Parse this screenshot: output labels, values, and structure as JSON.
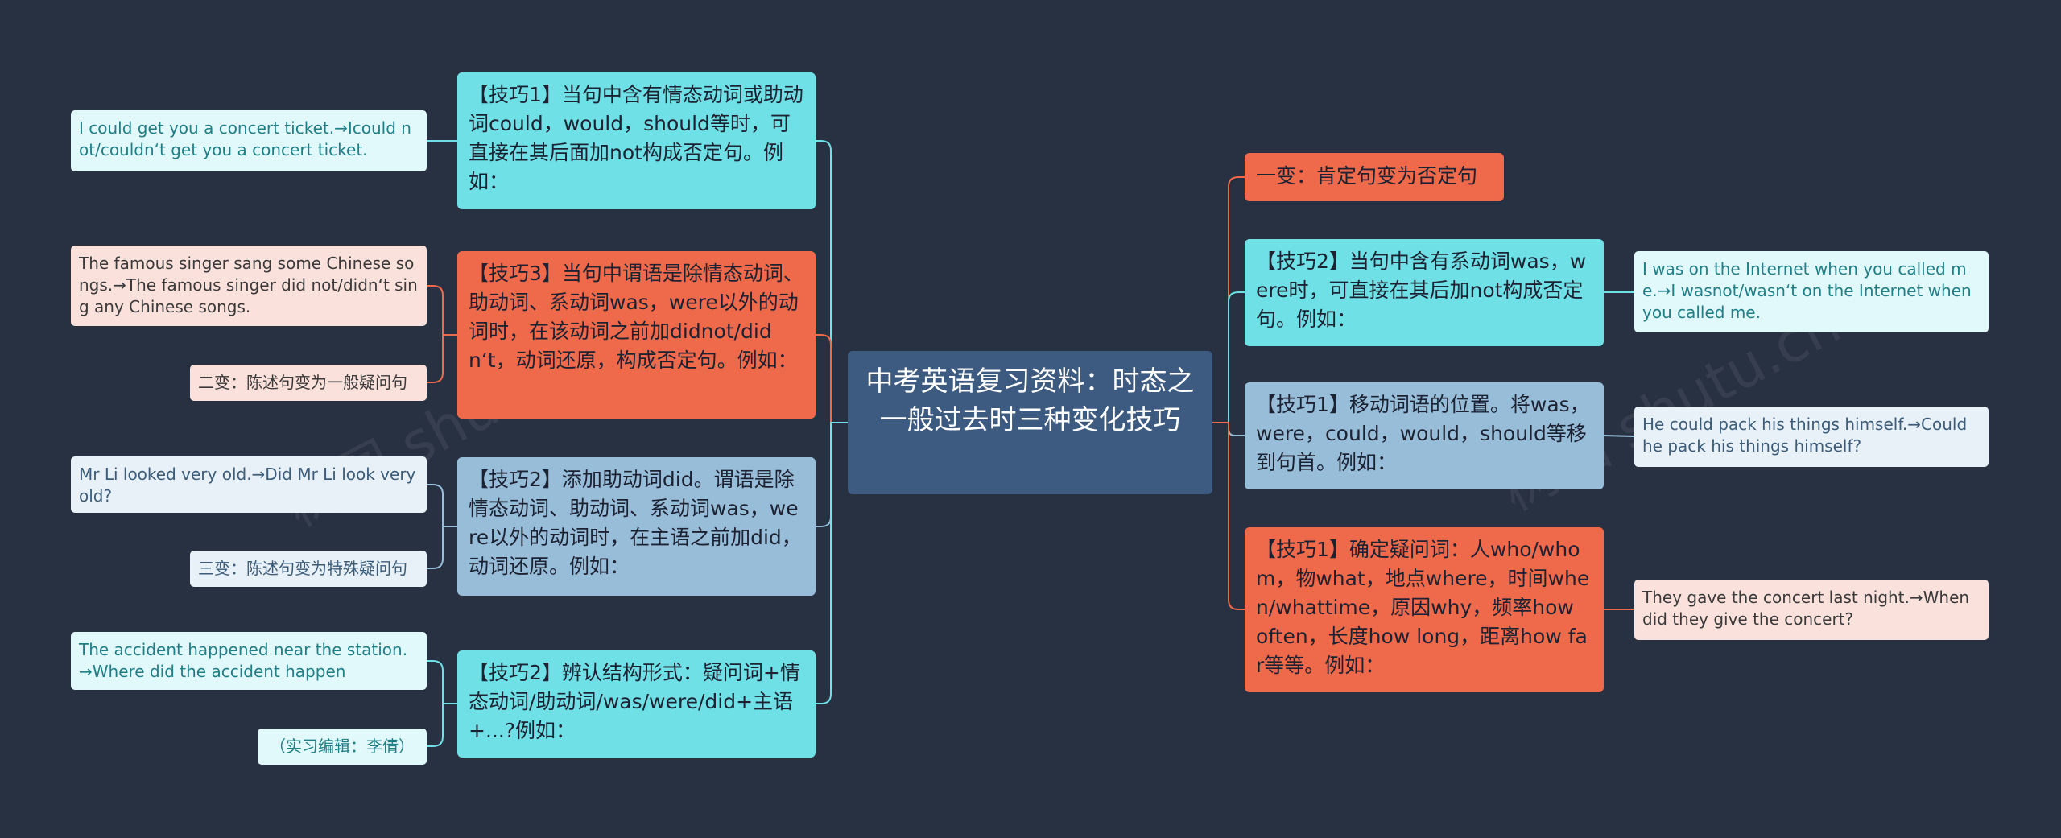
{
  "colors": {
    "background": "#283142",
    "root": "#3d5a80",
    "cyan": "#6ee0e6",
    "orange": "#ef694b",
    "blue": "#97bdd8",
    "line_cyan": "#6ee0e6",
    "line_orange": "#ef694b",
    "line_blue": "#97bdd8"
  },
  "root": {
    "text": "中考英语复习资料：时态之一般过去时三种变化技巧"
  },
  "left_branches": [
    {
      "text": "【技巧1】当句中含有情态动词或助动词could，would，should等时，可直接在其后面加not构成否定句。例如："
    },
    {
      "text": "【技巧3】当句中谓语是除情态动词、助动词、系动词was，were以外的动词时，在该动词之前加didnot/didn‘t，动词还原，构成否定句。例如："
    },
    {
      "text": "【技巧2】添加助动词did。谓语是除情态动词、助动词、系动词was，were以外的动词时，在主语之前加did，动词还原。例如："
    },
    {
      "text": "【技巧2】辨认结构形式：疑问词+情态动词/助动词/was/were/did+主语+...?例如："
    }
  ],
  "left_leaves": [
    {
      "text": "I could get you a concert ticket.→Icould not/couldn‘t get you a concert ticket."
    },
    {
      "text": "The famous singer sang some Chinese songs.→The famous singer did not/didn‘t sing any Chinese songs."
    },
    {
      "text": "二变：陈述句变为一般疑问句"
    },
    {
      "text": "Mr Li looked very old.→Did Mr Li look very old?"
    },
    {
      "text": "三变：陈述句变为特殊疑问句"
    },
    {
      "text": "The accident happened near the station.→Where did the accident happen"
    },
    {
      "text": "（实习编辑：李倩）"
    }
  ],
  "right_branches": [
    {
      "text": "一变：肯定句变为否定句"
    },
    {
      "text": "【技巧2】当句中含有系动词was，were时，可直接在其后加not构成否定句。例如："
    },
    {
      "text": "【技巧1】移动词语的位置。将was，were，could，would，should等移到句首。例如："
    },
    {
      "text": "【技巧1】确定疑问词：人who/whom，物what，地点where，时间when/whattime，原因why，频率how often，长度how long，距离how far等等。例如："
    }
  ],
  "right_leaves": [
    {
      "text": "I was on the Internet when you called me.→I wasnot/wasn‘t on the Internet when you called me."
    },
    {
      "text": "He could pack his things himself.→Could he pack his things himself?"
    },
    {
      "text": "They gave the concert last night.→When did they give the concert?"
    }
  ],
  "watermark": {
    "text": "树图 shutu.cn"
  }
}
